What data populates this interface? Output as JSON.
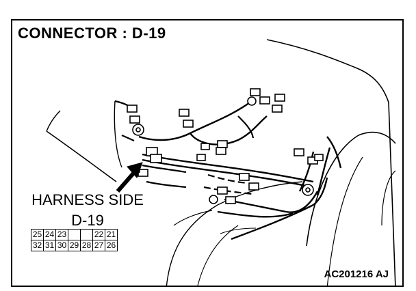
{
  "title": "CONNECTOR : D-19",
  "harness_side": {
    "line1": "HARNESS SIDE",
    "line2": "D-19"
  },
  "pin_layout": {
    "top_row": [
      "25",
      "24",
      "23",
      "",
      "",
      "22",
      "21"
    ],
    "bottom_row": [
      "32",
      "31",
      "30",
      "29",
      "28",
      "27",
      "26"
    ]
  },
  "figure_code": "AC201216 AJ"
}
